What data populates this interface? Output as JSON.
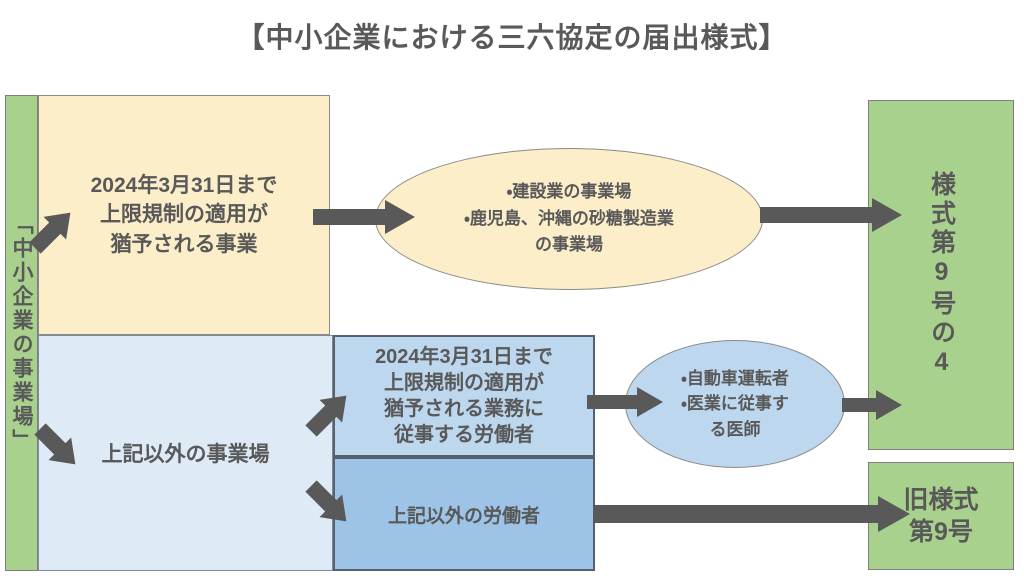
{
  "title": "【中小企業における三六協定の届出様式】",
  "palette": {
    "green": "#A9D18E",
    "cream": "#FDEECA",
    "light_blue": "#DEEAF6",
    "mid_blue": "#BDD7EE",
    "deep_blue": "#9DC3E6",
    "ink_gray": "#595959"
  },
  "left_strip": {
    "label": "「中小企業の事業場」"
  },
  "exempt_business": {
    "line1": "2024年3月31日まで",
    "line2": "上限規制の適用が",
    "line3": "猶予される事業"
  },
  "business_examples": {
    "line1": "・建設業の事業場",
    "line2": "・鹿児島、沖縄の砂糖製造業",
    "line3": "の事業場"
  },
  "other_workplaces": {
    "label": "上記以外の事業場"
  },
  "exempt_workers": {
    "line1": "2024年3月31日まで",
    "line2": "上限規制の適用が",
    "line3": "猶予される業務に",
    "line4": "従事する労働者"
  },
  "worker_examples": {
    "line1": "・自動車運転者",
    "line2": "・医業に従事す",
    "line3": "る医師"
  },
  "form_9_4": {
    "label": "様式第9号の4"
  },
  "old_form_9": {
    "line1": "旧様式",
    "line2": "第9号"
  }
}
